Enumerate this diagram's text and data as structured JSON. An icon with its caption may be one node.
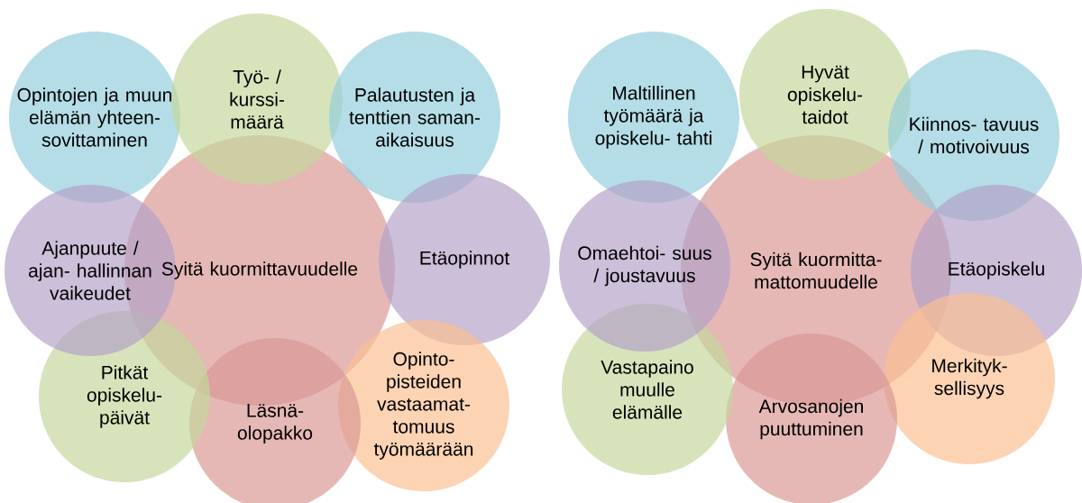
{
  "diagram": {
    "nodes": [
      {
        "text": [
          "Syitä kuormittavuudelle"
        ]
      },
      {
        "text": [
          "Opintojen ja muun elämän yhteen- sovittaminen"
        ]
      },
      {
        "text": [
          "Työ- / kurssi- määrä"
        ]
      },
      {
        "text": [
          "Palautusten ja tenttien saman- aikaisuus"
        ]
      },
      {
        "text": [
          "Etäopinnot"
        ]
      },
      {
        "text": [
          "Opinto- pisteiden vastaamat- tomuus työmäärään"
        ]
      },
      {
        "text": [
          "Läsnä- olopakko"
        ]
      },
      {
        "text": [
          "Pitkät opiskelu- päivät"
        ]
      },
      {
        "text": [
          "Ajanpuute / ajan- hallinnan vaikeudet"
        ]
      },
      {
        "text": [
          "Syitä kuormitta- mattomuudelle"
        ]
      },
      {
        "text": [
          "Maltillinen työmäärä ja opiskelu- tahti"
        ]
      },
      {
        "text": [
          "Hyvät opiskelu- taidot"
        ]
      },
      {
        "text": [
          "Kiinnos- tavuus / motivoivuus"
        ]
      },
      {
        "text": [
          "Etäopiskelu"
        ]
      },
      {
        "text": [
          "Merkityk- sellisyys"
        ]
      },
      {
        "text": [
          "Arvosanojen puuttuminen"
        ]
      },
      {
        "text": [
          "Vastapaino muulle elämälle"
        ]
      },
      {
        "text": [
          "Omaehtoi- suus / joustavuus"
        ]
      }
    ]
  }
}
